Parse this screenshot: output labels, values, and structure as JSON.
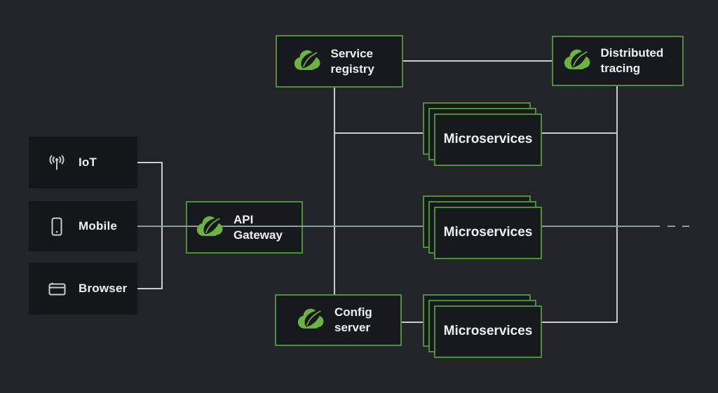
{
  "diagram_name": "spring-cloud-microservices-architecture",
  "colors": {
    "background": "#21252a",
    "client_box_fill": "#141619",
    "spring_box_fill": "#16191d",
    "green_border": "#4e8f3c",
    "spring_logo_green": "#6db33f",
    "line_bright": "#c8cccf",
    "line_dim": "#94999d",
    "text": "#eef0f1"
  },
  "clients": [
    {
      "label": "IoT",
      "icon": "antenna-icon"
    },
    {
      "label": "Mobile",
      "icon": "smartphone-icon"
    },
    {
      "label": "Browser",
      "icon": "browser-window-icon"
    }
  ],
  "spring_nodes": [
    {
      "label": "API Gateway",
      "icon": "spring-cloud-icon"
    },
    {
      "label": "Service registry",
      "icon": "spring-cloud-icon"
    },
    {
      "label": "Distributed tracing",
      "icon": "spring-cloud-icon"
    },
    {
      "label": "Config server",
      "icon": "spring-cloud-icon"
    }
  ],
  "stacks": [
    {
      "label": "Microservices"
    },
    {
      "label": "Microservices"
    },
    {
      "label": "Microservices"
    }
  ]
}
